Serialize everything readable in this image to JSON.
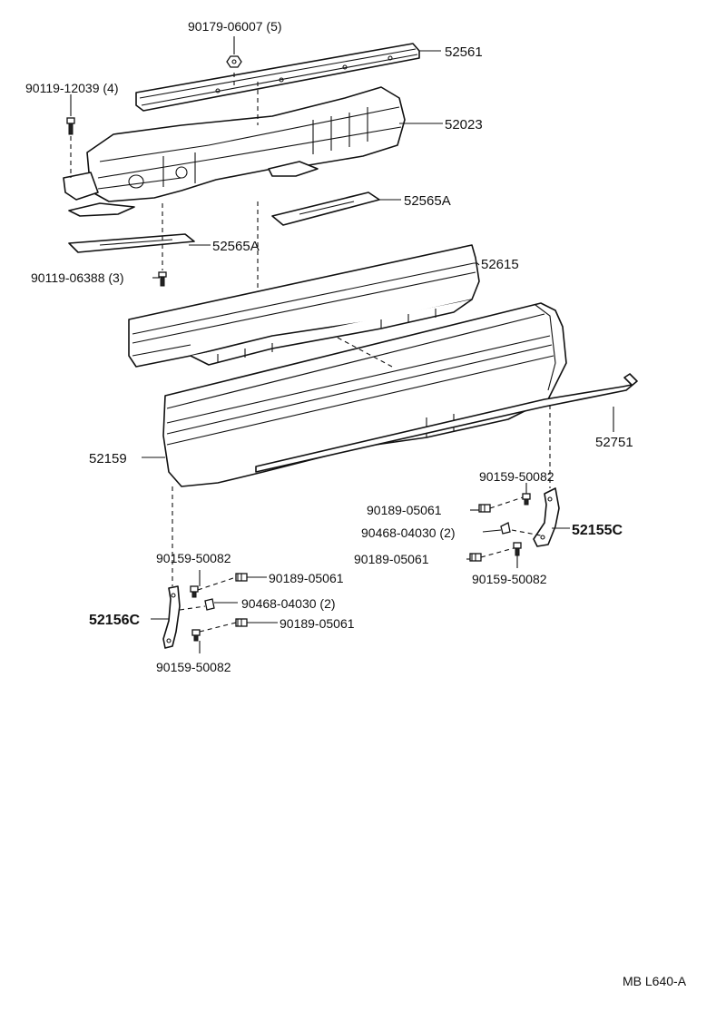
{
  "labels": {
    "nut_top": "90179-06007 (5)",
    "reinforcement": "52561",
    "bolt_left": "90119-12039 (4)",
    "absorber": "52023",
    "retainer_right": "52565A",
    "retainer_left": "52565A",
    "screw_retainer": "90119-06388 (3)",
    "bumper_upper": "52615",
    "bumper_cover": "52159",
    "moulding": "52751",
    "r_clip_top": "90159-50082",
    "r_screw_top": "90189-05061",
    "r_nut": "90468-04030 (2)",
    "r_bracket": "52155C",
    "r_screw_bottom": "90189-05061",
    "r_clip_bottom": "90159-50082",
    "l_clip_top": "90159-50082",
    "l_screw_top": "90189-05061",
    "l_nut": "90468-04030 (2)",
    "l_bracket": "52156C",
    "l_screw_bottom": "90189-05061",
    "l_clip_bottom": "90159-50082",
    "figure_code": "MB L640-A"
  }
}
